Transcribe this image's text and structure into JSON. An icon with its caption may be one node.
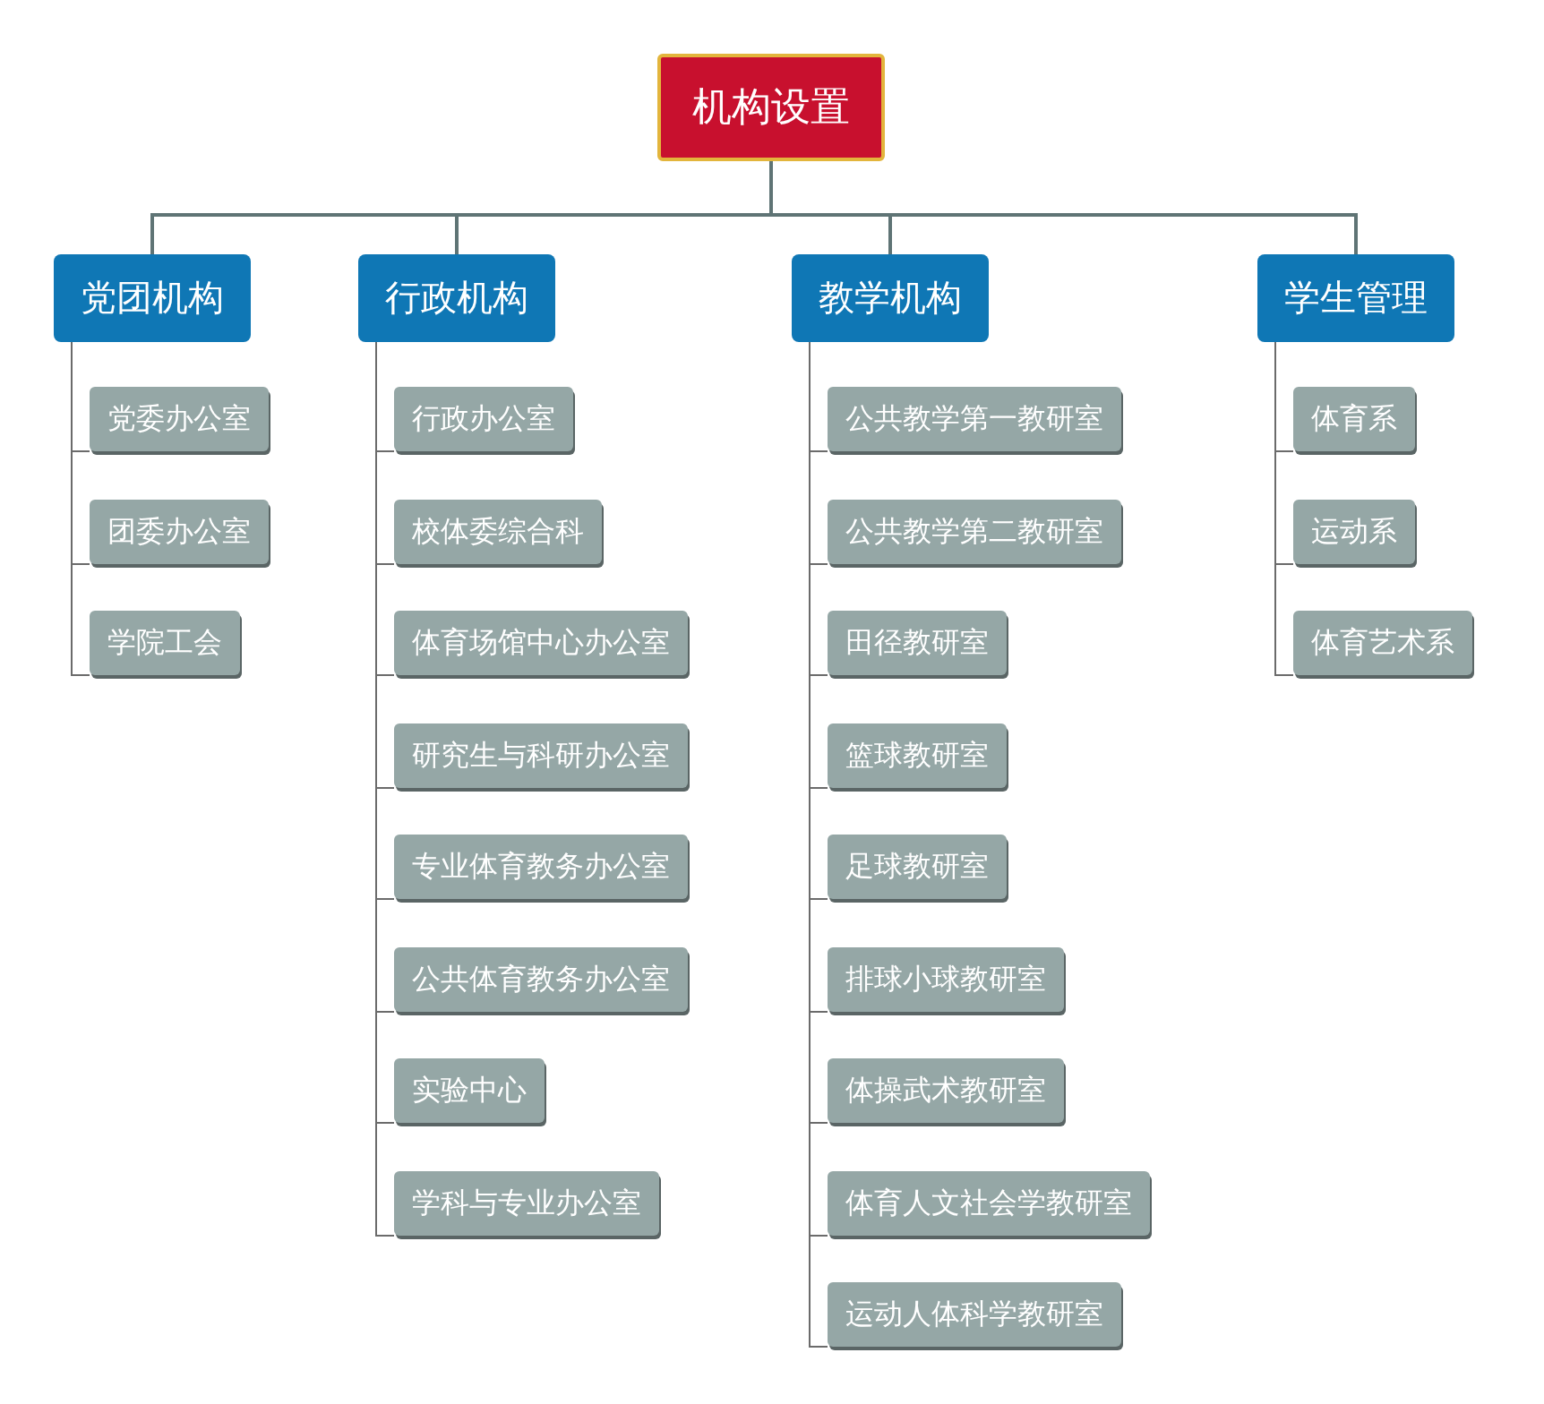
{
  "diagram": {
    "nodes": [
      {
        "text": [
          "机构设置"
        ]
      },
      {
        "text": [
          "党团机构"
        ]
      },
      {
        "text": [
          "党委办公室"
        ]
      },
      {
        "text": [
          "团委办公室"
        ]
      },
      {
        "text": [
          "学院工会"
        ]
      },
      {
        "text": [
          "行政机构"
        ]
      },
      {
        "text": [
          "行政办公室"
        ]
      },
      {
        "text": [
          "校体委综合科"
        ]
      },
      {
        "text": [
          "体育场馆中心办公室"
        ]
      },
      {
        "text": [
          "研究生与科研办公室"
        ]
      },
      {
        "text": [
          "专业体育教务办公室"
        ]
      },
      {
        "text": [
          "公共体育教务办公室"
        ]
      },
      {
        "text": [
          "实验中心"
        ]
      },
      {
        "text": [
          "学科与专业办公室"
        ]
      },
      {
        "text": [
          "教学机构"
        ]
      },
      {
        "text": [
          "公共教学第一教研室"
        ]
      },
      {
        "text": [
          "公共教学第二教研室"
        ]
      },
      {
        "text": [
          "田径教研室"
        ]
      },
      {
        "text": [
          "篮球教研室"
        ]
      },
      {
        "text": [
          "足球教研室"
        ]
      },
      {
        "text": [
          "排球小球教研室"
        ]
      },
      {
        "text": [
          "体操武术教研室"
        ]
      },
      {
        "text": [
          "体育人文社会学教研室"
        ]
      },
      {
        "text": [
          "运动人体科学教研室"
        ]
      },
      {
        "text": [
          "学生管理"
        ]
      },
      {
        "text": [
          "体育系"
        ]
      },
      {
        "text": [
          "运动系"
        ]
      },
      {
        "text": [
          "体育艺术系"
        ]
      }
    ],
    "edges": [
      {
        "from": 0,
        "to": 1,
        "arrow": "none"
      },
      {
        "from": 0,
        "to": 5,
        "arrow": "none"
      },
      {
        "from": 0,
        "to": 14,
        "arrow": "none"
      },
      {
        "from": 0,
        "to": 24,
        "arrow": "none"
      },
      {
        "from": 1,
        "to": 2,
        "arrow": "none"
      },
      {
        "from": 1,
        "to": 3,
        "arrow": "none"
      },
      {
        "from": 1,
        "to": 4,
        "arrow": "none"
      },
      {
        "from": 5,
        "to": 6,
        "arrow": "none"
      },
      {
        "from": 5,
        "to": 7,
        "arrow": "none"
      },
      {
        "from": 5,
        "to": 8,
        "arrow": "none"
      },
      {
        "from": 5,
        "to": 9,
        "arrow": "none"
      },
      {
        "from": 5,
        "to": 10,
        "arrow": "none"
      },
      {
        "from": 5,
        "to": 11,
        "arrow": "none"
      },
      {
        "from": 5,
        "to": 12,
        "arrow": "none"
      },
      {
        "from": 5,
        "to": 13,
        "arrow": "none"
      },
      {
        "from": 14,
        "to": 15,
        "arrow": "none"
      },
      {
        "from": 14,
        "to": 16,
        "arrow": "none"
      },
      {
        "from": 14,
        "to": 17,
        "arrow": "none"
      },
      {
        "from": 14,
        "to": 18,
        "arrow": "none"
      },
      {
        "from": 14,
        "to": 19,
        "arrow": "none"
      },
      {
        "from": 14,
        "to": 20,
        "arrow": "none"
      },
      {
        "from": 14,
        "to": 21,
        "arrow": "none"
      },
      {
        "from": 14,
        "to": 22,
        "arrow": "none"
      },
      {
        "from": 14,
        "to": 23,
        "arrow": "none"
      },
      {
        "from": 24,
        "to": 25,
        "arrow": "none"
      },
      {
        "from": 24,
        "to": 26,
        "arrow": "none"
      },
      {
        "from": 24,
        "to": 27,
        "arrow": "none"
      }
    ]
  }
}
